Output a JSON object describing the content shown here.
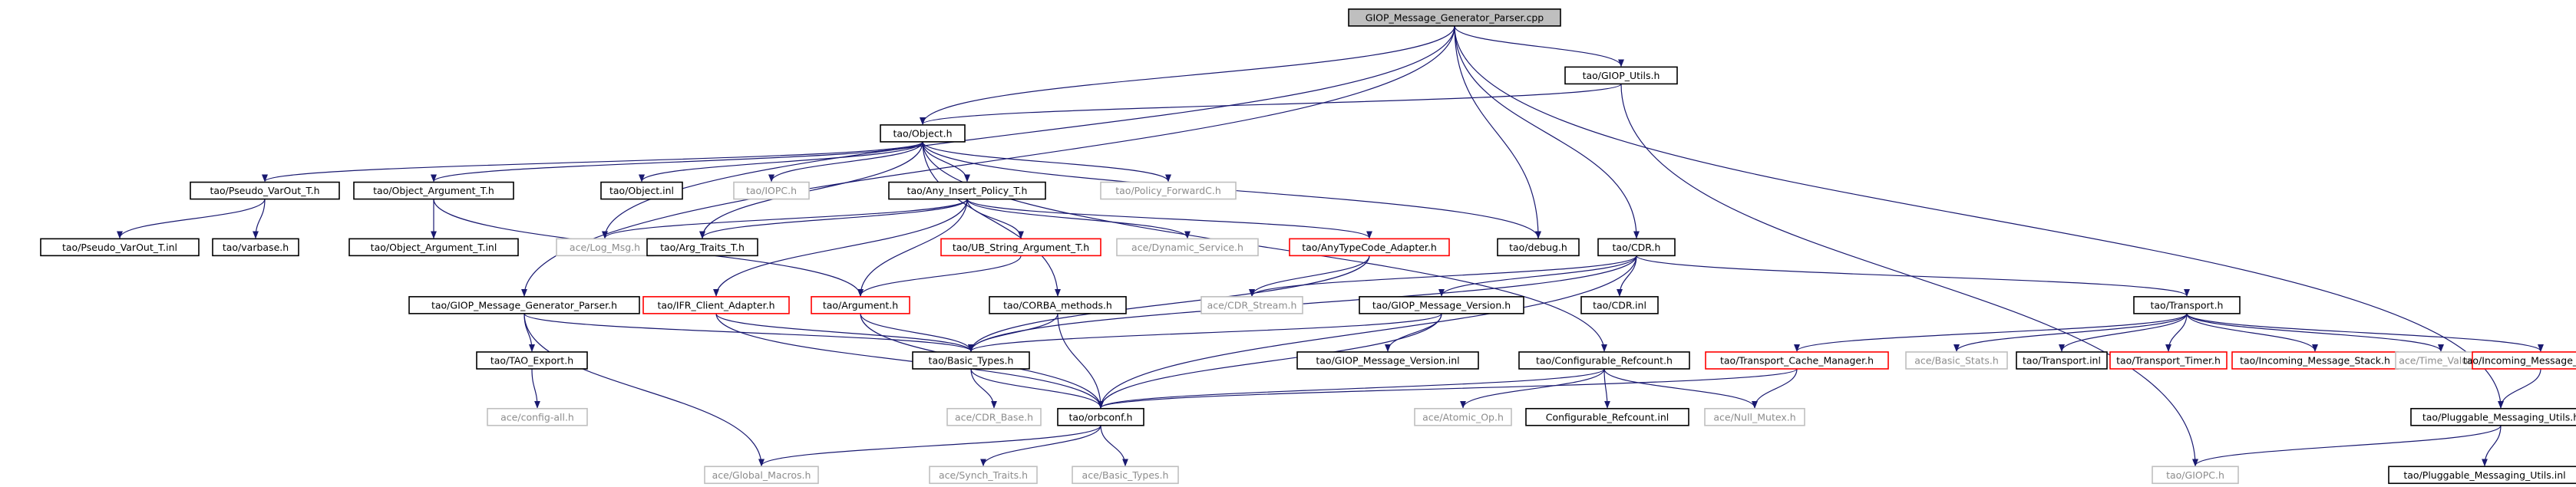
{
  "colors": {
    "edge": "#191970",
    "normal_border": "#000000",
    "normal_fill": "#ffffff",
    "normal_text": "#000000",
    "incomplete_border": "#ff0000",
    "external_border": "#bfbfbf",
    "external_text": "#8c8c8c",
    "root_fill": "#bfbfbf"
  },
  "nodes": [
    {
      "id": "root",
      "label": "GIOP_Message_Generator_Parser.cpp",
      "kind": "root"
    },
    {
      "id": "giop_utils",
      "label": "tao/GIOP_Utils.h",
      "kind": "normal"
    },
    {
      "id": "object_h",
      "label": "tao/Object.h",
      "kind": "normal"
    },
    {
      "id": "pseudo_varout_t",
      "label": "tao/Pseudo_VarOut_T.h",
      "kind": "normal"
    },
    {
      "id": "object_argument_t",
      "label": "tao/Object_Argument_T.h",
      "kind": "normal"
    },
    {
      "id": "object_inl",
      "label": "tao/Object.inl",
      "kind": "normal"
    },
    {
      "id": "iopc",
      "label": "tao/IOPC.h",
      "kind": "external"
    },
    {
      "id": "any_insert",
      "label": "tao/Any_Insert_Policy_T.h",
      "kind": "normal"
    },
    {
      "id": "policy_fwd",
      "label": "tao/Policy_ForwardC.h",
      "kind": "external"
    },
    {
      "id": "pseudo_varout_inl",
      "label": "tao/Pseudo_VarOut_T.inl",
      "kind": "normal"
    },
    {
      "id": "varbase",
      "label": "tao/varbase.h",
      "kind": "normal"
    },
    {
      "id": "object_argument_inl",
      "label": "tao/Object_Argument_T.inl",
      "kind": "normal"
    },
    {
      "id": "log_msg",
      "label": "ace/Log_Msg.h",
      "kind": "external"
    },
    {
      "id": "arg_traits",
      "label": "tao/Arg_Traits_T.h",
      "kind": "normal"
    },
    {
      "id": "ub_string",
      "label": "tao/UB_String_Argument_T.h",
      "kind": "incomplete"
    },
    {
      "id": "dynamic_service",
      "label": "ace/Dynamic_Service.h",
      "kind": "external"
    },
    {
      "id": "anytypecode",
      "label": "tao/AnyTypeCode_Adapter.h",
      "kind": "incomplete"
    },
    {
      "id": "debug",
      "label": "tao/debug.h",
      "kind": "normal"
    },
    {
      "id": "cdr_h",
      "label": "tao/CDR.h",
      "kind": "normal"
    },
    {
      "id": "generator_parser_h",
      "label": "tao/GIOP_Message_Generator_Parser.h",
      "kind": "normal"
    },
    {
      "id": "ifr_client",
      "label": "tao/IFR_Client_Adapter.h",
      "kind": "incomplete"
    },
    {
      "id": "argument",
      "label": "tao/Argument.h",
      "kind": "incomplete"
    },
    {
      "id": "corba_methods",
      "label": "tao/CORBA_methods.h",
      "kind": "normal"
    },
    {
      "id": "cdr_stream",
      "label": "ace/CDR_Stream.h",
      "kind": "external"
    },
    {
      "id": "giop_version",
      "label": "tao/GIOP_Message_Version.h",
      "kind": "normal"
    },
    {
      "id": "cdr_inl",
      "label": "tao/CDR.inl",
      "kind": "normal"
    },
    {
      "id": "transport",
      "label": "tao/Transport.h",
      "kind": "normal"
    },
    {
      "id": "tao_export",
      "label": "tao/TAO_Export.h",
      "kind": "normal"
    },
    {
      "id": "basic_types_tao",
      "label": "tao/Basic_Types.h",
      "kind": "normal"
    },
    {
      "id": "giop_version_inl",
      "label": "tao/GIOP_Message_Version.inl",
      "kind": "normal"
    },
    {
      "id": "configurable_refcount",
      "label": "tao/Configurable_Refcount.h",
      "kind": "normal"
    },
    {
      "id": "transport_cache",
      "label": "tao/Transport_Cache_Manager.h",
      "kind": "incomplete"
    },
    {
      "id": "basic_stats",
      "label": "ace/Basic_Stats.h",
      "kind": "external"
    },
    {
      "id": "transport_inl",
      "label": "tao/Transport.inl",
      "kind": "normal"
    },
    {
      "id": "transport_timer",
      "label": "tao/Transport_Timer.h",
      "kind": "incomplete"
    },
    {
      "id": "incoming_stack",
      "label": "tao/Incoming_Message_Stack.h",
      "kind": "incomplete"
    },
    {
      "id": "time_value",
      "label": "ace/Time_Value.h",
      "kind": "external"
    },
    {
      "id": "incoming_queue",
      "label": "tao/Incoming_Message_Queue.h",
      "kind": "incomplete"
    },
    {
      "id": "config_all",
      "label": "ace/config-all.h",
      "kind": "external"
    },
    {
      "id": "cdr_base",
      "label": "ace/CDR_Base.h",
      "kind": "external"
    },
    {
      "id": "orbconf",
      "label": "tao/orbconf.h",
      "kind": "normal"
    },
    {
      "id": "atomic_op",
      "label": "ace/Atomic_Op.h",
      "kind": "external"
    },
    {
      "id": "configurable_refcount_inl",
      "label": "Configurable_Refcount.inl",
      "kind": "normal"
    },
    {
      "id": "null_mutex",
      "label": "ace/Null_Mutex.h",
      "kind": "external"
    },
    {
      "id": "pluggable_utils",
      "label": "tao/Pluggable_Messaging_Utils.h",
      "kind": "normal"
    },
    {
      "id": "global_macros",
      "label": "ace/Global_Macros.h",
      "kind": "external"
    },
    {
      "id": "synch_traits",
      "label": "ace/Synch_Traits.h",
      "kind": "external"
    },
    {
      "id": "basic_types_ace",
      "label": "ace/Basic_Types.h",
      "kind": "external"
    },
    {
      "id": "giopc",
      "label": "tao/GIOPC.h",
      "kind": "external"
    },
    {
      "id": "pluggable_utils_inl",
      "label": "tao/Pluggable_Messaging_Utils.inl",
      "kind": "normal"
    }
  ],
  "edges": [
    [
      "root",
      "giop_utils"
    ],
    [
      "root",
      "object_h"
    ],
    [
      "root",
      "log_msg"
    ],
    [
      "root",
      "debug"
    ],
    [
      "root",
      "cdr_h"
    ],
    [
      "root",
      "generator_parser_h"
    ],
    [
      "root",
      "pluggable_utils"
    ],
    [
      "giop_utils",
      "object_h"
    ],
    [
      "giop_utils",
      "giopc"
    ],
    [
      "object_h",
      "pseudo_varout_t"
    ],
    [
      "object_h",
      "object_argument_t"
    ],
    [
      "object_h",
      "object_inl"
    ],
    [
      "object_h",
      "iopc"
    ],
    [
      "object_h",
      "any_insert"
    ],
    [
      "object_h",
      "policy_fwd"
    ],
    [
      "object_h",
      "arg_traits"
    ],
    [
      "object_h",
      "debug"
    ],
    [
      "object_h",
      "corba_methods"
    ],
    [
      "object_h",
      "configurable_refcount"
    ],
    [
      "pseudo_varout_t",
      "pseudo_varout_inl"
    ],
    [
      "pseudo_varout_t",
      "varbase"
    ],
    [
      "object_argument_t",
      "object_argument_inl"
    ],
    [
      "object_argument_t",
      "argument"
    ],
    [
      "any_insert",
      "log_msg"
    ],
    [
      "any_insert",
      "arg_traits"
    ],
    [
      "any_insert",
      "ub_string"
    ],
    [
      "any_insert",
      "dynamic_service"
    ],
    [
      "any_insert",
      "anytypecode"
    ],
    [
      "any_insert",
      "ifr_client"
    ],
    [
      "any_insert",
      "argument"
    ],
    [
      "ub_string",
      "argument"
    ],
    [
      "anytypecode",
      "cdr_stream"
    ],
    [
      "anytypecode",
      "basic_types_tao"
    ],
    [
      "cdr_h",
      "cdr_stream"
    ],
    [
      "cdr_h",
      "giop_version"
    ],
    [
      "cdr_h",
      "cdr_inl"
    ],
    [
      "cdr_h",
      "transport"
    ],
    [
      "cdr_h",
      "basic_types_tao"
    ],
    [
      "cdr_h",
      "orbconf"
    ],
    [
      "generator_parser_h",
      "tao_export"
    ],
    [
      "generator_parser_h",
      "basic_types_tao"
    ],
    [
      "generator_parser_h",
      "global_macros"
    ],
    [
      "ifr_client",
      "basic_types_tao"
    ],
    [
      "ifr_client",
      "orbconf"
    ],
    [
      "argument",
      "basic_types_tao"
    ],
    [
      "argument",
      "orbconf"
    ],
    [
      "corba_methods",
      "basic_types_tao"
    ],
    [
      "corba_methods",
      "orbconf"
    ],
    [
      "giop_version",
      "basic_types_tao"
    ],
    [
      "giop_version",
      "giop_version_inl"
    ],
    [
      "giop_version",
      "orbconf"
    ],
    [
      "transport",
      "transport_cache"
    ],
    [
      "transport",
      "basic_stats"
    ],
    [
      "transport",
      "transport_inl"
    ],
    [
      "transport",
      "transport_timer"
    ],
    [
      "transport",
      "incoming_stack"
    ],
    [
      "transport",
      "time_value"
    ],
    [
      "transport",
      "incoming_queue"
    ],
    [
      "tao_export",
      "config_all"
    ],
    [
      "basic_types_tao",
      "cdr_base"
    ],
    [
      "basic_types_tao",
      "orbconf"
    ],
    [
      "configurable_refcount",
      "orbconf"
    ],
    [
      "configurable_refcount",
      "atomic_op"
    ],
    [
      "configurable_refcount",
      "configurable_refcount_inl"
    ],
    [
      "configurable_refcount",
      "null_mutex"
    ],
    [
      "transport_cache",
      "orbconf"
    ],
    [
      "transport_cache",
      "null_mutex"
    ],
    [
      "incoming_queue",
      "pluggable_utils"
    ],
    [
      "orbconf",
      "global_macros"
    ],
    [
      "orbconf",
      "synch_traits"
    ],
    [
      "orbconf",
      "basic_types_ace"
    ],
    [
      "pluggable_utils",
      "giopc"
    ],
    [
      "pluggable_utils",
      "pluggable_utils_inl"
    ]
  ]
}
